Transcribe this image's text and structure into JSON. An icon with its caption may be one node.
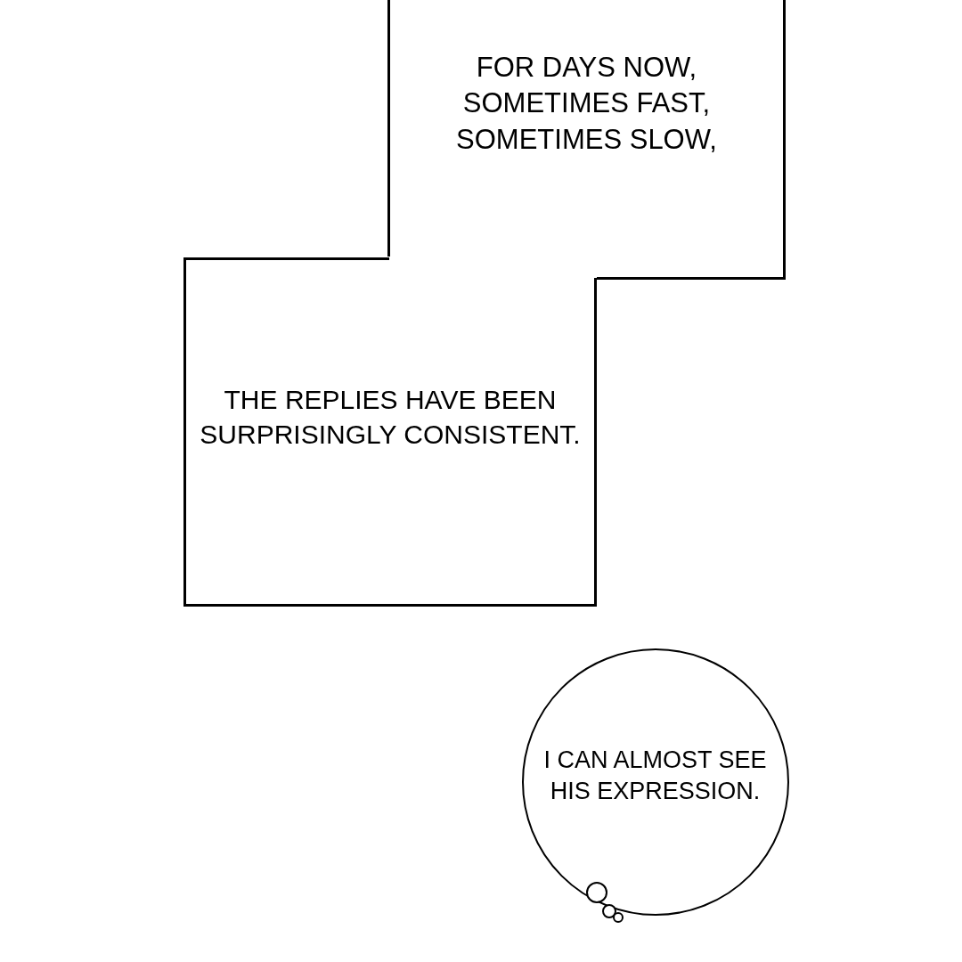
{
  "diagram": {
    "nodes": [
      {
        "text": [
          "FOR DAYS NOW, SOMETIMES FAST, SOMETIMES SLOW,"
        ]
      },
      {
        "text": [
          "THE REPLIES HAVE BEEN SURPRISINGLY CONSISTENT."
        ]
      },
      {
        "text": [
          "I CAN ALMOST SEE HIS EXPRESSION."
        ]
      }
    ]
  }
}
